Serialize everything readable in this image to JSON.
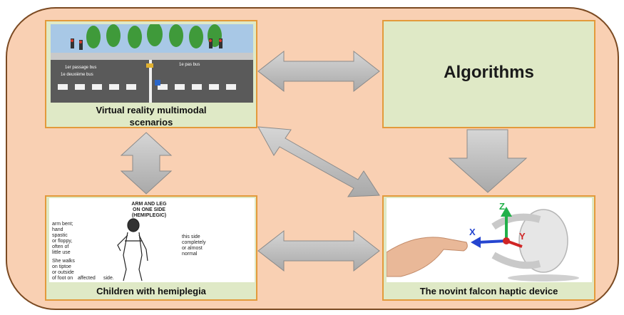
{
  "nodes": {
    "vr": {
      "label": "Virtual reality multimodal scenarios"
    },
    "algorithms": {
      "label": "Algorithms"
    },
    "children": {
      "label": "Children with hemiplegia"
    },
    "haptic": {
      "label": "The novint falcon haptic device"
    }
  },
  "vr_scene": {
    "labels": [
      "1er passage bus",
      "1e deuxième bus",
      "1e pas bus"
    ]
  },
  "hemiplegia_figure": {
    "title": "ARM AND LEG ON ONE SIDE (HEMIPLEGIC)",
    "title_lines": [
      "ARM AND LEG",
      "ON ONE SIDE",
      "(HEMIPLEGIC)"
    ],
    "left_note_lines": [
      "arm bent;",
      "hand",
      "spastic",
      "or floppy,",
      "often of",
      "little use"
    ],
    "right_note_lines": [
      "this side",
      "completely",
      "or almost",
      "normal"
    ],
    "walk_note_lines": [
      "She walks",
      "on tiptoe",
      "or outside",
      "of foot on",
      "affected",
      "side."
    ]
  },
  "haptic_axes": {
    "z": "Z",
    "x": "X",
    "y": "Y"
  },
  "colors": {
    "frame_fill": "#f9d0b3",
    "frame_border": "#7b4a22",
    "box_fill": "#dfe9c6",
    "box_border": "#e39a3b",
    "arrow_fill": "#bfbfbf",
    "arrow_stroke": "#8a8a8a"
  }
}
